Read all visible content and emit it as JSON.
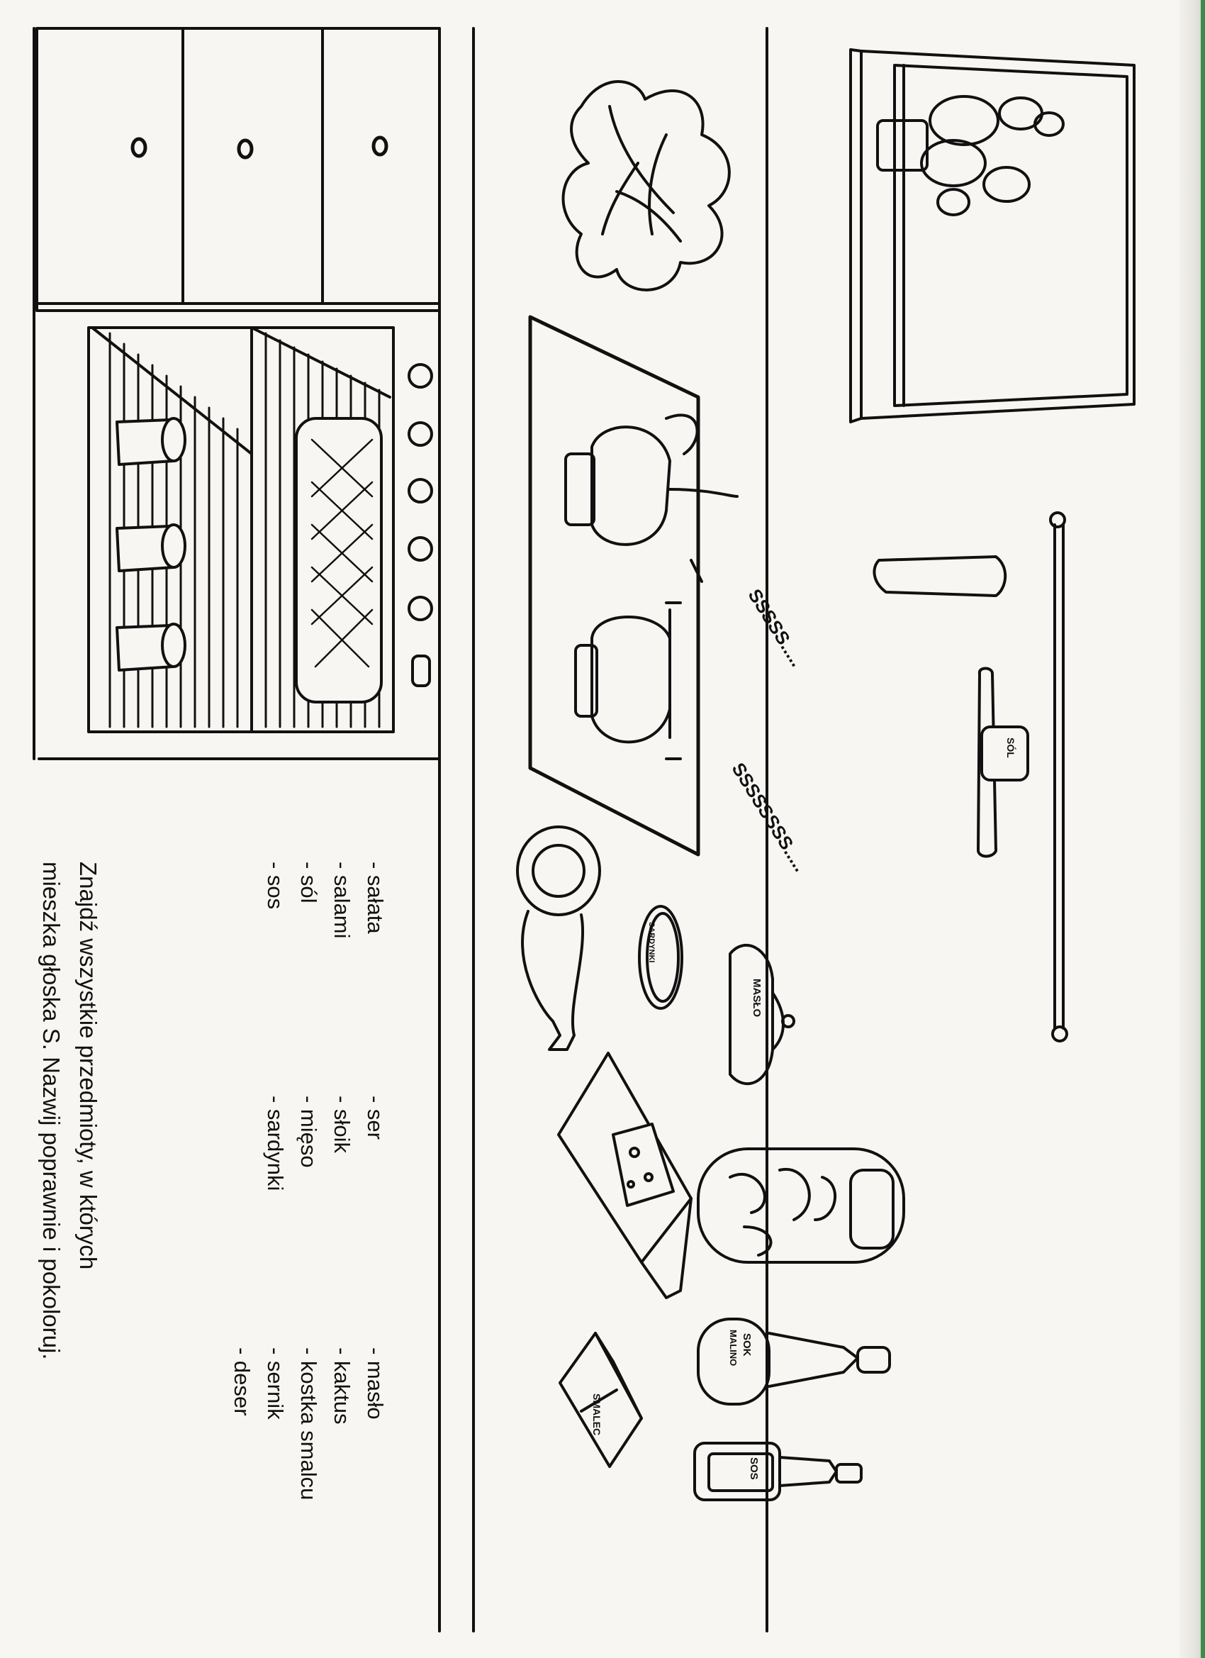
{
  "worksheet": {
    "instruction_line1": "Znajdź wszystkie przedmioty, w których",
    "instruction_line2": "mieszka głoska S. Nazwij poprawnie i pokoloruj.",
    "word_columns": [
      [
        "- sałata",
        "- salami",
        "- sól",
        "- sos"
      ],
      [
        "- ser",
        "- słoik",
        "- mięso",
        "- sardynki"
      ],
      [
        "- masło",
        "- kaktus",
        "- kostka smalcu",
        "- sernik",
        "- deser"
      ]
    ],
    "sounds": {
      "hiss_upper": "SSSSS.....",
      "hiss_lower": "SSSSSSSS....."
    },
    "labels": {
      "salt": "SÓL",
      "butter": "MASŁO",
      "sardines": "SARDYNKI",
      "juice_line1": "SOK",
      "juice_line2": "MALINO",
      "sauce": "SOS",
      "lard": "SMALEC"
    }
  }
}
